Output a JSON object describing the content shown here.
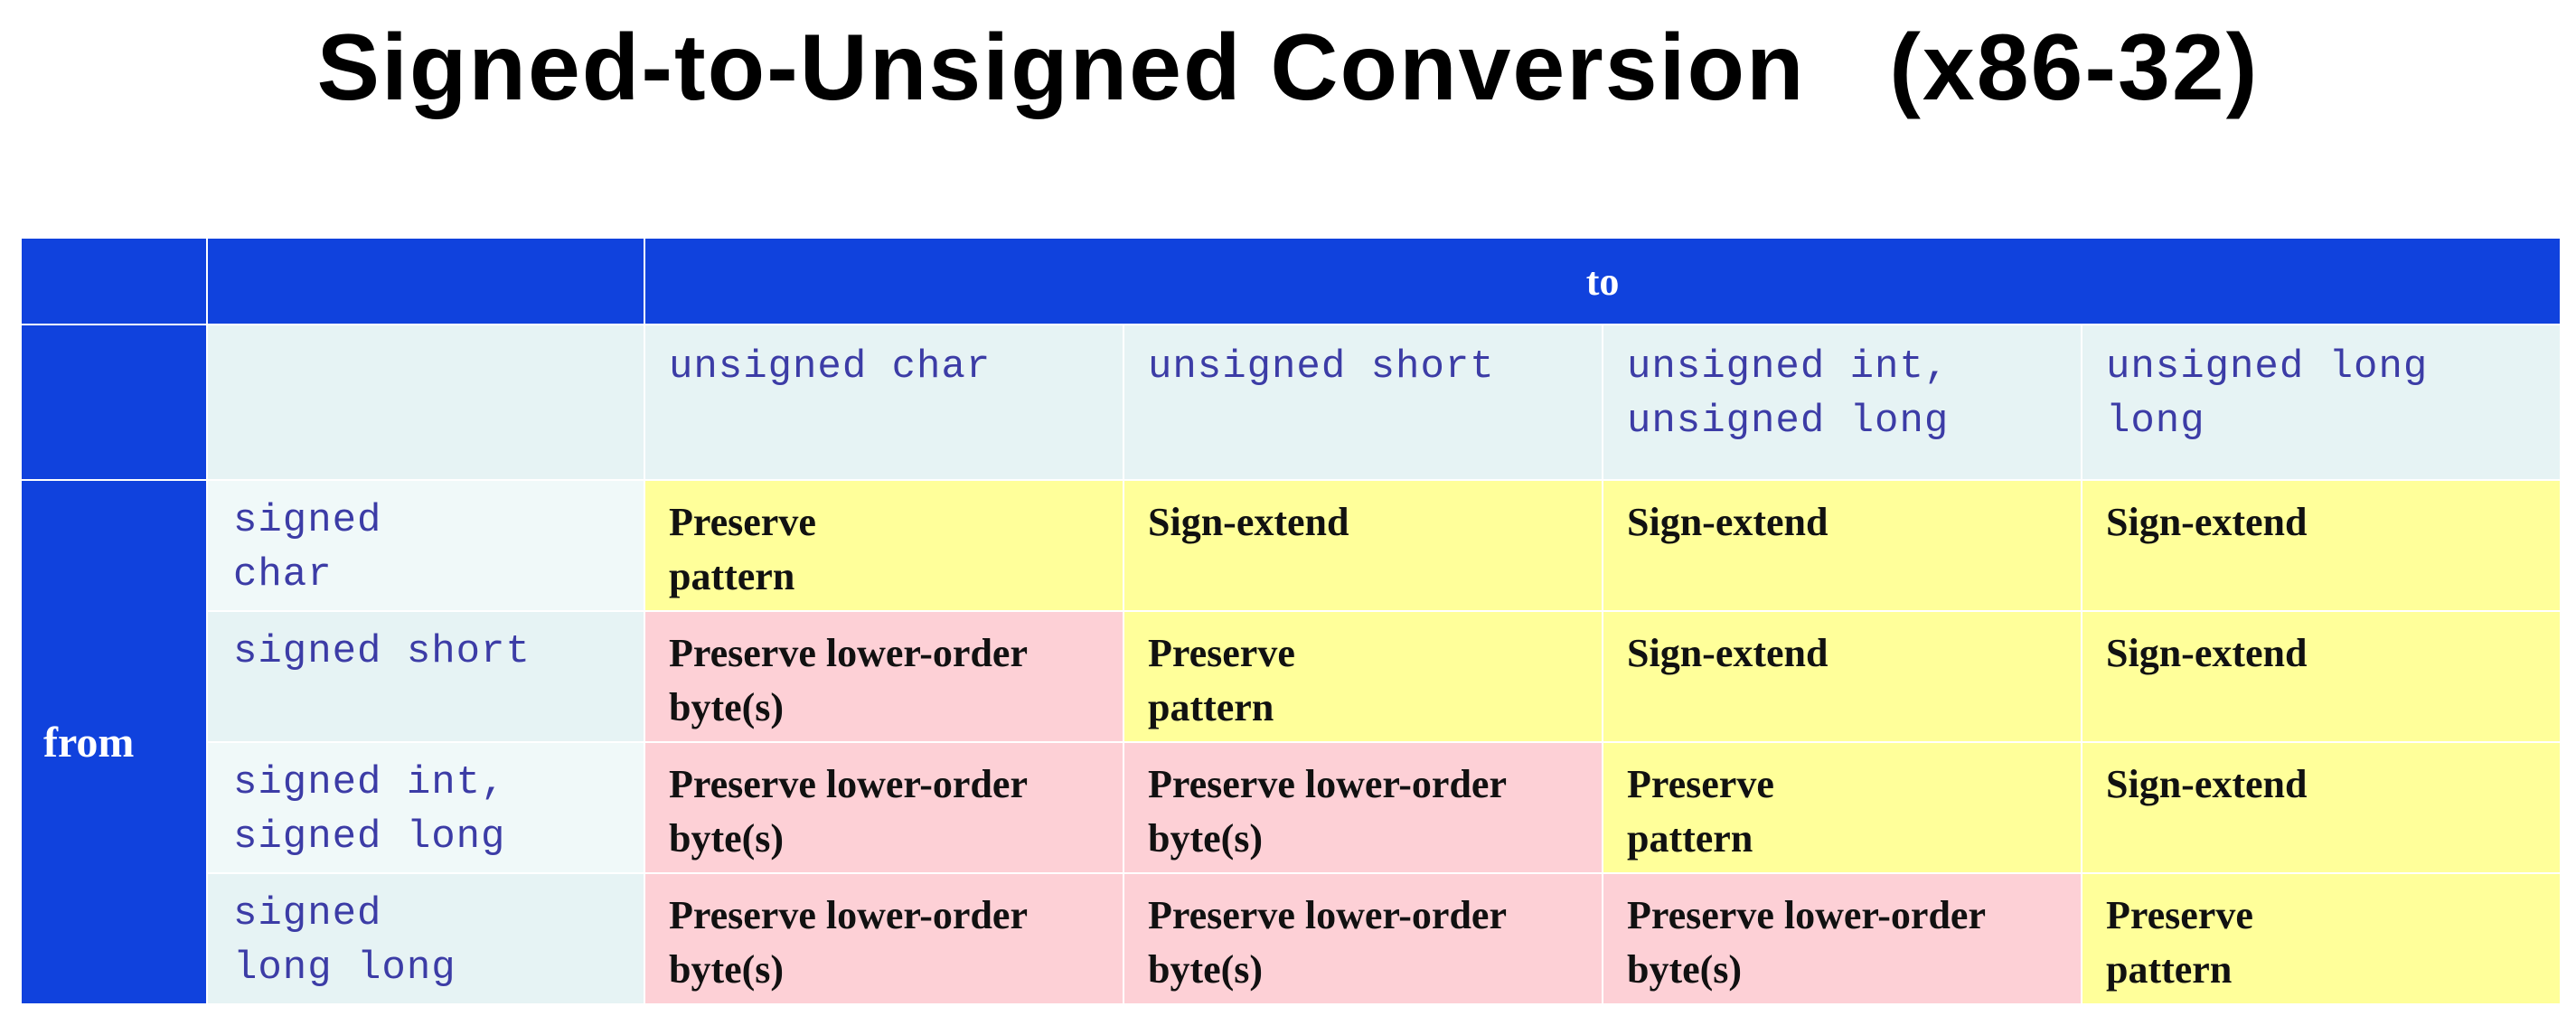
{
  "title": {
    "main": "Signed-to-Unsigned Conversion",
    "arch": "(x86-32)"
  },
  "table": {
    "to_label": "to",
    "from_label": "from",
    "columns": [
      "unsigned char",
      "unsigned short",
      "unsigned int,\nunsigned long",
      "unsigned long\nlong"
    ],
    "rows": [
      {
        "label": "signed\nchar",
        "cells": [
          {
            "text": "Preserve\npattern",
            "color": "yellow"
          },
          {
            "text": "Sign-extend",
            "color": "yellow"
          },
          {
            "text": "Sign-extend",
            "color": "yellow"
          },
          {
            "text": "Sign-extend",
            "color": "yellow"
          }
        ]
      },
      {
        "label": "signed short",
        "cells": [
          {
            "text": "Preserve lower-order\nbyte(s)",
            "color": "pink"
          },
          {
            "text": "Preserve\npattern",
            "color": "yellow"
          },
          {
            "text": "Sign-extend",
            "color": "yellow"
          },
          {
            "text": "Sign-extend",
            "color": "yellow"
          }
        ]
      },
      {
        "label": "signed int,\nsigned long",
        "cells": [
          {
            "text": "Preserve lower-order\nbyte(s)",
            "color": "pink"
          },
          {
            "text": "Preserve lower-order\nbyte(s)",
            "color": "pink"
          },
          {
            "text": "Preserve\npattern",
            "color": "yellow"
          },
          {
            "text": "Sign-extend",
            "color": "yellow"
          }
        ]
      },
      {
        "label": "signed\nlong long",
        "cells": [
          {
            "text": "Preserve lower-order\nbyte(s)",
            "color": "pink"
          },
          {
            "text": "Preserve lower-order\nbyte(s)",
            "color": "pink"
          },
          {
            "text": "Preserve lower-order\nbyte(s)",
            "color": "pink"
          },
          {
            "text": "Preserve\npattern",
            "color": "yellow"
          }
        ]
      }
    ]
  },
  "colors": {
    "header_blue": "#1042dd",
    "yellow": "#ffff9a",
    "pink": "#fdd0d6",
    "type_text": "#3c3ca6"
  }
}
